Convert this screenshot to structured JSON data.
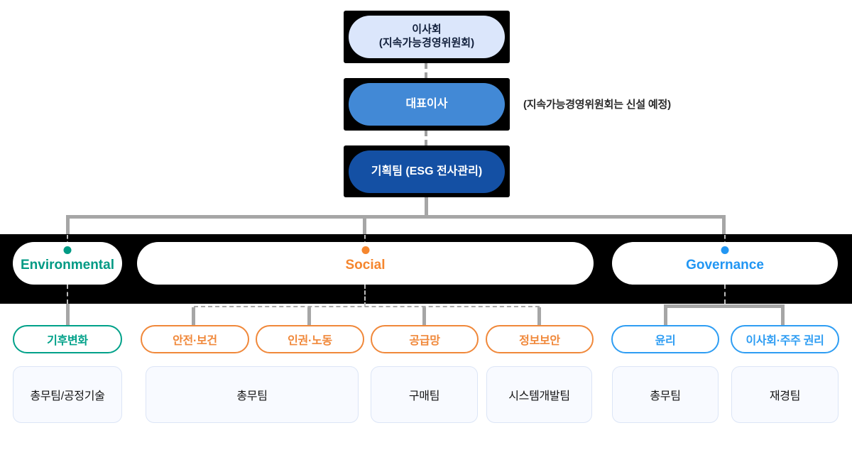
{
  "note": "(지속가능경영위원회는 신설 예정)",
  "hierarchy": {
    "board_line1": "이사회",
    "board_line2": "(지속가능경영위원회)",
    "ceo": "대표이사",
    "planning": "기획팀 (ESG 전사관리)"
  },
  "pillars": {
    "environmental": {
      "label": "Environmental",
      "color": "#009a84"
    },
    "social": {
      "label": "Social",
      "color": "#f5862e"
    },
    "governance": {
      "label": "Governance",
      "color": "#2196f3"
    }
  },
  "topics": {
    "climate": {
      "label": "기후변화",
      "pillar": "environmental",
      "color": "#00a189"
    },
    "safety_health": {
      "label": "안전·보건",
      "pillar": "social",
      "color": "#f0883a"
    },
    "human_rights_labor": {
      "label": "인권·노동",
      "pillar": "social",
      "color": "#f0883a"
    },
    "supply_chain": {
      "label": "공급망",
      "pillar": "social",
      "color": "#f0883a"
    },
    "info_security": {
      "label": "정보보안",
      "pillar": "social",
      "color": "#f0883a"
    },
    "ethics": {
      "label": "윤리",
      "pillar": "governance",
      "color": "#2e9df3"
    },
    "board_shareholder_rights": {
      "label": "이사회·주주 권리",
      "pillar": "governance",
      "color": "#2e9df3"
    }
  },
  "teams": {
    "environmental_team": "총무팀/공정기술",
    "social_team_1": "총무팀",
    "social_team_2": "구매팀",
    "social_team_3": "시스템개발팀",
    "governance_team_1": "총무팀",
    "governance_team_2": "재경팀"
  },
  "colors": {
    "band_background": "#000000",
    "board_pill_fill": "#dbe6fb",
    "ceo_pill_fill": "#4289d6",
    "planning_pill_fill": "#1450a4",
    "connector_gray": "#a6a6a6",
    "team_box_fill": "#f8faff",
    "team_box_border": "#dce5f6"
  }
}
